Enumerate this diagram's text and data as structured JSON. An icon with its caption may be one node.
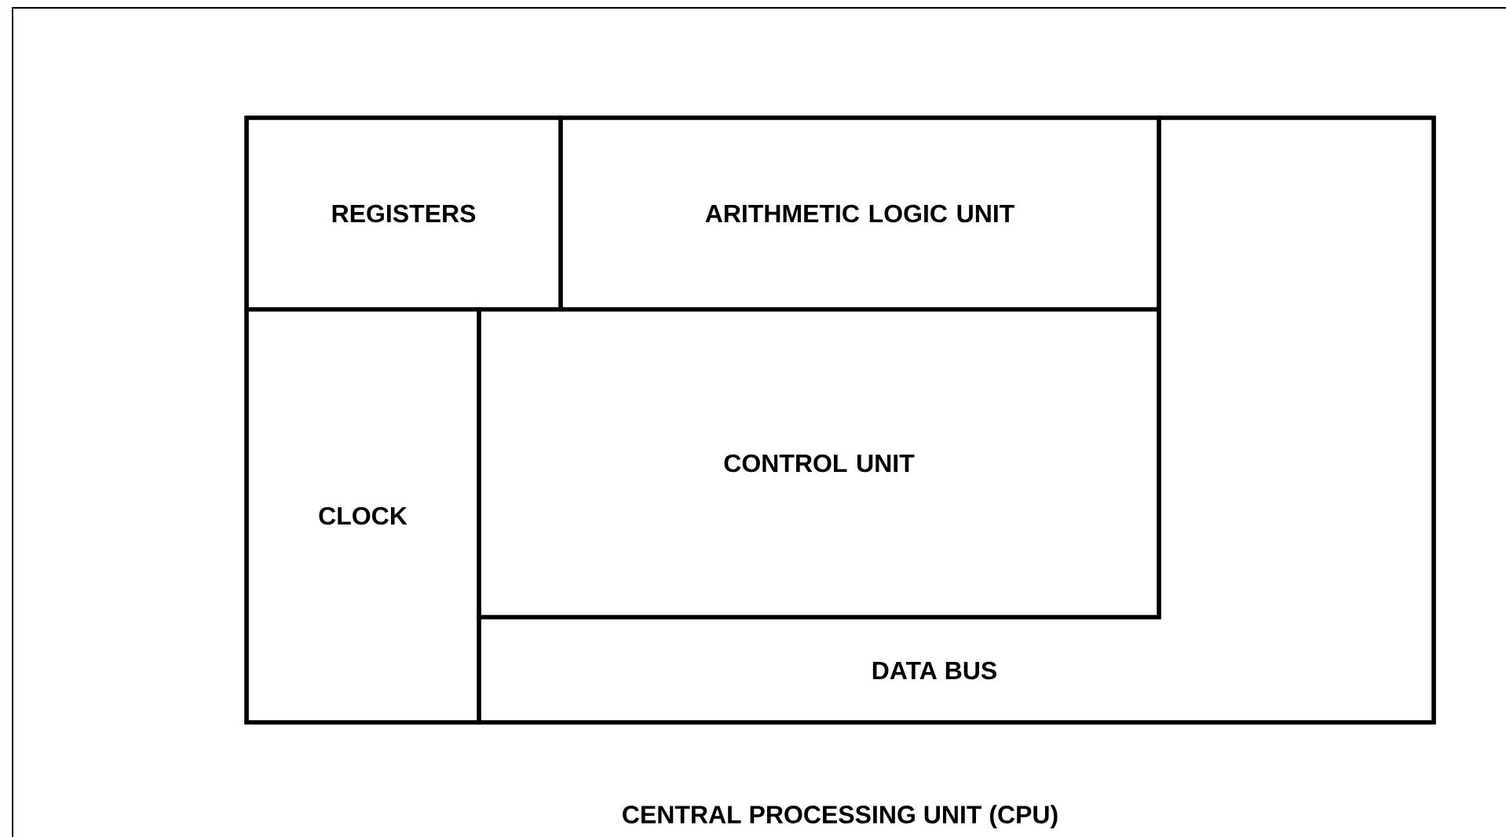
{
  "diagram": {
    "nodes": [
      {
        "text": [
          "CENTRAL PROCESSING UNIT (CPU)"
        ]
      },
      {
        "text": [
          "REGISTERS"
        ],
        "in": 0
      },
      {
        "text": [
          "ARITHMETIC LOGIC UNIT"
        ],
        "in": 0
      },
      {
        "text": [
          "CLOCK"
        ],
        "in": 0
      },
      {
        "text": [
          "CONTROL UNIT"
        ],
        "in": 0
      },
      {
        "text": [
          "DATA BUS"
        ],
        "in": 0
      }
    ]
  }
}
